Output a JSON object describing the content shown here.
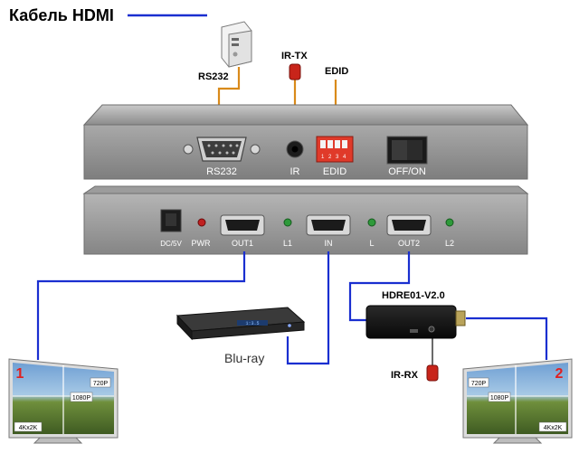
{
  "legend": {
    "title": "Кабель HDMI",
    "line_color": "#1a2fd0"
  },
  "labels": {
    "rs232_top": "RS232",
    "ir_tx": "IR-TX",
    "edid_top": "EDID",
    "hdre": "HDRE01-V2.0",
    "bluray": "Blu-ray",
    "ir_rx": "IR-RX"
  },
  "panel_back": {
    "rs232": "RS232",
    "ir": "IR",
    "edid": "EDID",
    "power": "OFF/ON",
    "switch_nums": "1 2 3 4"
  },
  "panel_front": {
    "dc": "DC/5V",
    "pwr": "PWR",
    "out1": "OUT1",
    "l1": "L1",
    "in": "IN",
    "l": "L",
    "out2": "OUT2",
    "l2": "L2"
  },
  "tv1": {
    "number": "1",
    "res_a": "720P",
    "res_b": "1080P",
    "res_c": "4Kx2K"
  },
  "tv2": {
    "number": "2",
    "res_a": "720P",
    "res_b": "1080P",
    "res_c": "4Kx2K"
  },
  "bluray_display": "1:3.5",
  "colors": {
    "cable": "#1a2fd0",
    "control": "#d98a1a",
    "edid_red": "#e03a2a",
    "led_green": "#2e9a3a",
    "led_red": "#c02020"
  }
}
